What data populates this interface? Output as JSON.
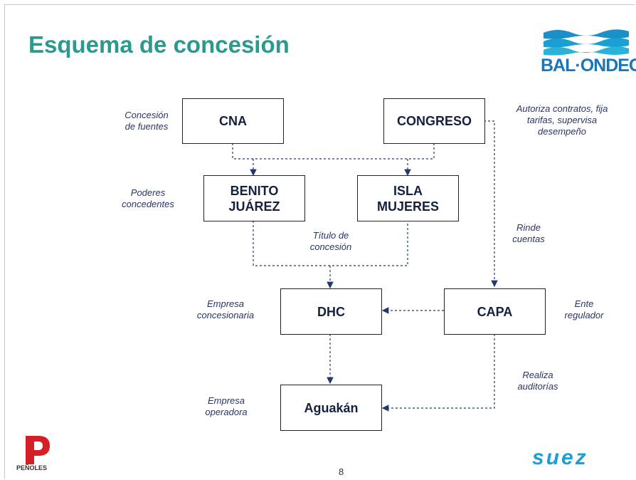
{
  "slide": {
    "title": "Esquema de concesión",
    "page_number": "8"
  },
  "logos": {
    "top_right": "BAL·ONDEO",
    "bottom_right": "suez",
    "bottom_left": "PEÑOLES"
  },
  "nodes": {
    "cna": "CNA",
    "congreso": "CONGRESO",
    "benito_juarez": [
      "BENITO",
      "JUÁREZ"
    ],
    "isla_mujeres": [
      "ISLA",
      "MUJERES"
    ],
    "dhc": "DHC",
    "capa": "CAPA",
    "aguakan": "Aguakán"
  },
  "labels": {
    "concesion_fuentes": [
      "Concesión",
      "de fuentes"
    ],
    "autoriza": [
      "Autoriza contratos, fija",
      "tarifas, supervisa",
      "desempeño"
    ],
    "poderes": [
      "Poderes",
      "concedentes"
    ],
    "titulo": [
      "Título de",
      "concesión"
    ],
    "rinde": [
      "Rinde",
      "cuentas"
    ],
    "empresa_concesionaria": [
      "Empresa",
      "concesionaria"
    ],
    "ente_regulador": [
      "Ente",
      "regulador"
    ],
    "realiza": [
      "Realiza",
      "auditorías"
    ],
    "empresa_operadora": [
      "Empresa",
      "operadora"
    ]
  },
  "colors": {
    "title": "#2a9a8e",
    "connector": "#1f3a6e",
    "label": "#2a3560"
  }
}
